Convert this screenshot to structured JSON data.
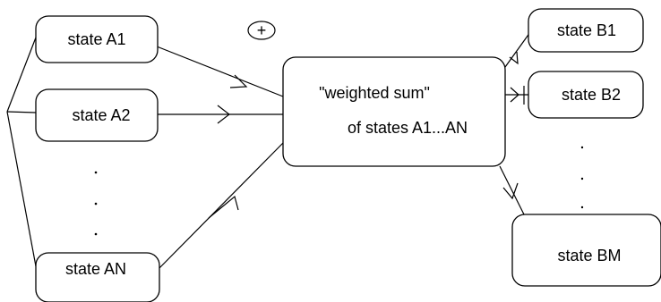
{
  "nodes": {
    "state_a1": "state A1",
    "state_a2": "state A2",
    "state_an": "state AN",
    "weighted_sum_line1": "\"weighted sum\"",
    "weighted_sum_line2": "of states A1...AN",
    "state_b1": "state B1",
    "state_b2": "state B2",
    "state_bm": "state BM"
  },
  "symbols": {
    "combination_operator": "+"
  }
}
